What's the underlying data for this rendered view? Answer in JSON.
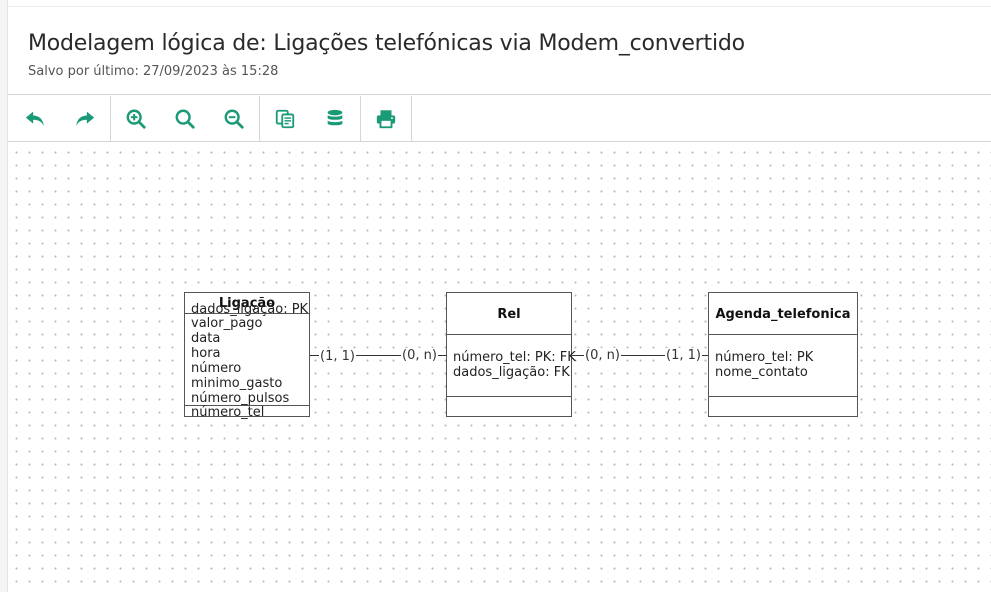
{
  "header": {
    "title": "Modelagem lógica de: Ligações telefónicas via Modem_convertido",
    "saved": "Salvo por último: 27/09/2023 às 15:28"
  },
  "toolbar": {
    "icons": [
      "undo-icon",
      "redo-icon",
      "zoom-in-icon",
      "zoom-reset-icon",
      "zoom-out-icon",
      "copy-icon",
      "database-icon",
      "print-icon"
    ],
    "accent": "#1a9a76"
  },
  "entities": {
    "ligacao": {
      "title": "Ligação",
      "pk": "dados_ligação: PK",
      "attrs": [
        "valor_pago",
        "data",
        "hora",
        "número",
        "minimo_gasto",
        "número_pulsos"
      ],
      "fk": "número_tel"
    },
    "rel": {
      "title": "Rel",
      "attrs": [
        "número_tel: PK: FK",
        "dados_ligação: FK"
      ]
    },
    "agenda": {
      "title": "Agenda_telefonica",
      "attrs": [
        "número_tel: PK",
        "nome_contato"
      ]
    }
  },
  "relations": {
    "left_a": "(1, 1)",
    "left_b": "(0, n)",
    "right_a": "(0, n)",
    "right_b": "(1, 1)"
  }
}
